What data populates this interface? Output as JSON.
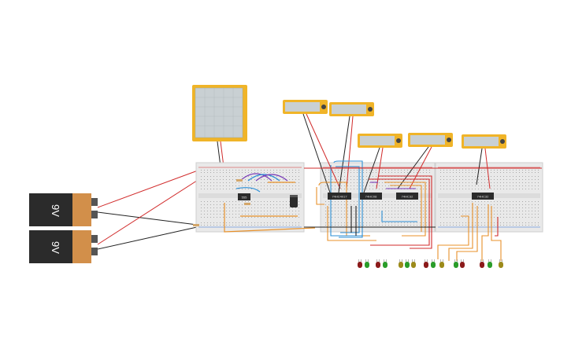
{
  "batteries": [
    {
      "label": "9V"
    },
    {
      "label": "9V"
    }
  ],
  "chips": [
    {
      "label": "555"
    },
    {
      "label": "74HC4017"
    },
    {
      "label": "74HC08"
    },
    {
      "label": "74HC32"
    },
    {
      "label": "74HC32"
    }
  ],
  "multimeters": [
    {
      "name": "multimeter-1"
    },
    {
      "name": "multimeter-2"
    },
    {
      "name": "multimeter-3"
    },
    {
      "name": "multimeter-4"
    },
    {
      "name": "multimeter-5"
    }
  ],
  "leds": [
    {
      "color": "#8b1a1a"
    },
    {
      "color": "#2a9d2a"
    },
    {
      "color": "#8b1a1a"
    },
    {
      "color": "#2a9d2a"
    },
    {
      "color": "#9c8a1a"
    },
    {
      "color": "#2a9d2a"
    },
    {
      "color": "#9c8a1a"
    },
    {
      "color": "#8b1a1a"
    },
    {
      "color": "#2a9d2a"
    },
    {
      "color": "#9c8a1a"
    },
    {
      "color": "#2a9d2a"
    },
    {
      "color": "#8b1a1a"
    },
    {
      "color": "#8b1a1a"
    },
    {
      "color": "#2a9d2a"
    },
    {
      "color": "#9c8a1a"
    }
  ],
  "colors": {
    "battery_body": "#2b2b2b",
    "battery_cap": "#d28f4a",
    "breadboard": "#e9e9e9",
    "multimeter": "#f0b428",
    "wire_red": "#d12b2b",
    "wire_black": "#222222",
    "wire_orange": "#e8912a",
    "wire_blue": "#2d8fd6",
    "wire_purple": "#7a3db8"
  }
}
